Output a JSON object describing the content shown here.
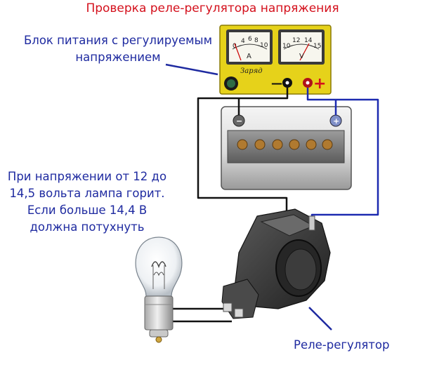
{
  "title": "Проверка реле-регулятора напряжения",
  "captions": {
    "power_supply": [
      "Блок питания с регулируемым",
      "напряжением"
    ],
    "condition": [
      "При напряжении от 12 до",
      "14,5 вольта лампа горит.",
      "Если больше 14,4 В",
      "должна потухнуть"
    ],
    "regulator": "Реле-регулятор"
  },
  "power_supply": {
    "ammeter_ticks": [
      "0",
      "4",
      "6",
      "8",
      "10"
    ],
    "ammeter_unit": "A",
    "voltmeter_ticks": [
      "10",
      "12",
      "14",
      "15"
    ],
    "voltmeter_unit": "V",
    "panel_label": "Заряд",
    "minus_label": "—",
    "plus_label": "+"
  },
  "battery": {
    "minus_label": "−",
    "plus_label": "+"
  },
  "colors": {
    "title": "#d4101c",
    "captions": "#1e2aa0",
    "psu_body": "#e6d21a",
    "wire_negative": "#111111",
    "wire_positive": "#1c2ab0"
  }
}
